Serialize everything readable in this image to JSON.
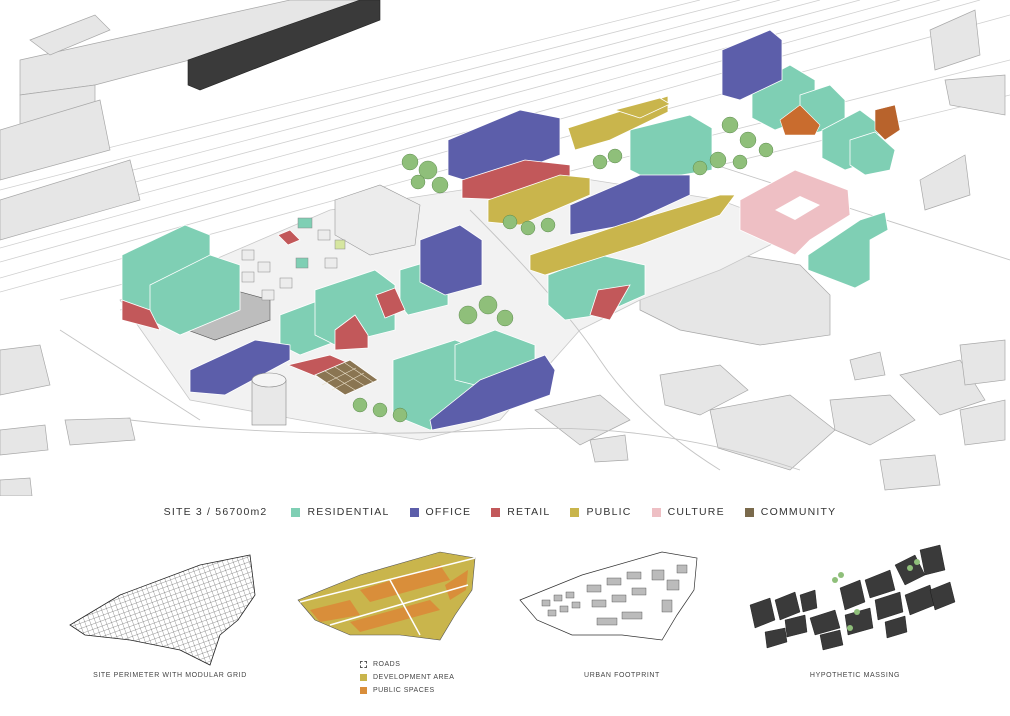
{
  "legend": {
    "site_label": "SITE 3 / 56700m2",
    "items": [
      {
        "label": "RESIDENTIAL",
        "color": "#7fcfb4"
      },
      {
        "label": "OFFICE",
        "color": "#5c5eaa"
      },
      {
        "label": "RETAIL",
        "color": "#c2585a"
      },
      {
        "label": "PUBLIC",
        "color": "#c9b54c"
      },
      {
        "label": "CULTURE",
        "color": "#eebfc4"
      },
      {
        "label": "COMMUNITY",
        "color": "#7a6a4c"
      }
    ]
  },
  "panels": [
    {
      "caption": "SITE PERIMETER WITH MODULAR GRID"
    },
    {
      "caption": ""
    },
    {
      "caption": "URBAN FOOTPRINT"
    },
    {
      "caption": "HYPOTHETIC MASSING"
    }
  ],
  "panel_keys": [
    {
      "label": "ROADS",
      "color": "#ffffff"
    },
    {
      "label": "DEVELOPMENT AREA",
      "color": "#c9b54c"
    },
    {
      "label": "PUBLIC SPACES",
      "color": "#d98e3a"
    }
  ],
  "colors": {
    "ground": "#e4e4e4",
    "ground_edge": "#b8b8b8",
    "tree": "#8fbf7a",
    "dark_building": "#3a3a3a"
  }
}
